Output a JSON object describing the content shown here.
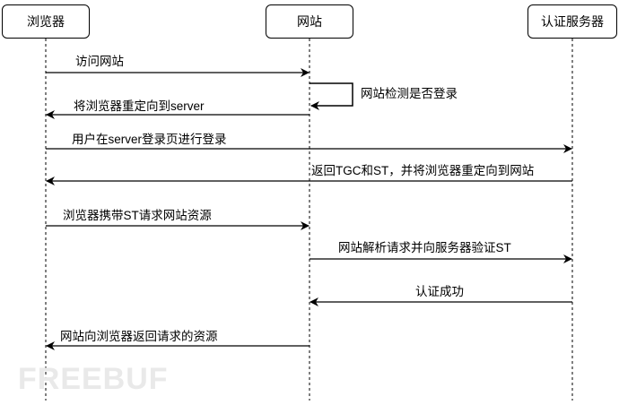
{
  "actors": {
    "browser": "浏览器",
    "site": "网站",
    "auth": "认证服务器"
  },
  "messages": [
    {
      "from": "browser",
      "to": "site",
      "label": "访问网站"
    },
    {
      "from": "site",
      "to": "site",
      "label": "网站检测是否登录"
    },
    {
      "from": "site",
      "to": "browser",
      "label": "将浏览器重定向到server"
    },
    {
      "from": "browser",
      "to": "auth",
      "label": "用户在server登录页进行登录"
    },
    {
      "from": "auth",
      "to": "browser",
      "label": "返回TGC和ST，并将浏览器重定向到网站"
    },
    {
      "from": "browser",
      "to": "site",
      "label": "浏览器携带ST请求网站资源"
    },
    {
      "from": "site",
      "to": "auth",
      "label": "网站解析请求并向服务器验证ST"
    },
    {
      "from": "auth",
      "to": "site",
      "label": "认证成功"
    },
    {
      "from": "site",
      "to": "browser",
      "label": "网站向浏览器返回请求的资源"
    }
  ],
  "watermark": "FREEBUF"
}
